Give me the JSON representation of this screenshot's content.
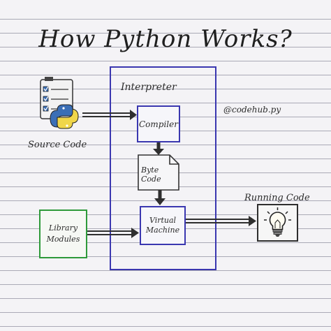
{
  "title": "How Python Works?",
  "handle": "@codehub.py",
  "interpreter": {
    "label": "Interpreter"
  },
  "source_code": {
    "label": "Source Code",
    "icon": "python-checklist-icon"
  },
  "compiler": {
    "label": "Compiler"
  },
  "byte_code": {
    "label": "Byte Code",
    "icon": "document-icon"
  },
  "virtual_machine": {
    "label": "Virtual Machine"
  },
  "library_modules": {
    "label": "Library Modules"
  },
  "running_code": {
    "label": "Running Code",
    "icon": "light-bulb-icon"
  },
  "colors": {
    "paper": "#f4f3f6",
    "interpreter_border": "#3a37b0",
    "library_border": "#2e9a3a",
    "arrow": "#2f2f2f",
    "python_blue": "#3b6fb6"
  }
}
